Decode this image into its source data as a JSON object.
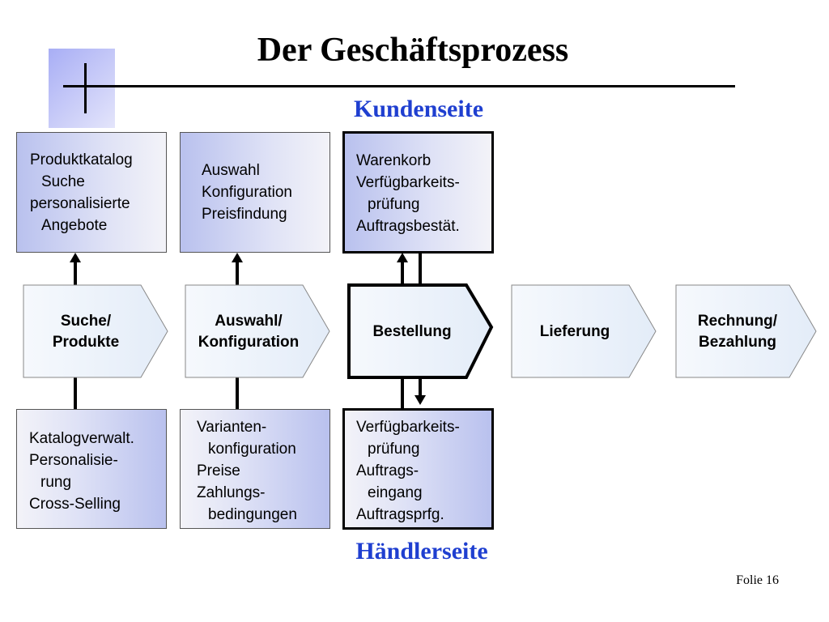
{
  "slide": {
    "title": "Der Geschäftsprozess",
    "customer_side_label": "Kundenseite",
    "merchant_side_label": "Händlerseite",
    "footer": "Folie 16"
  },
  "process_steps": [
    {
      "line1": "Suche/",
      "line2": "Produkte"
    },
    {
      "line1": "Auswahl/",
      "line2": "Konfiguration"
    },
    {
      "line1": "Bestellung",
      "line2": ""
    },
    {
      "line1": "Lieferung",
      "line2": ""
    },
    {
      "line1": "Rechnung/",
      "line2": "Bezahlung"
    }
  ],
  "customer_boxes": [
    {
      "lines": [
        "Produktkatalog",
        "Suche",
        "personalisierte",
        "Angebote"
      ]
    },
    {
      "lines": [
        "Auswahl",
        "Konfiguration",
        "Preisfindung"
      ]
    },
    {
      "lines": [
        "Warenkorb",
        "Verfügbarkeits-",
        "prüfung",
        "Auftragsbestät."
      ]
    }
  ],
  "merchant_boxes": [
    {
      "lines": [
        "Katalogverwalt.",
        "Personalisie-",
        "rung",
        "Cross-Selling"
      ]
    },
    {
      "lines": [
        "Varianten-",
        "konfiguration",
        "Preise",
        "Zahlungs-",
        "bedingungen"
      ]
    },
    {
      "lines": [
        "Verfügbarkeits-",
        "prüfung",
        "Auftrags-",
        "eingang",
        "Auftragsprfg."
      ]
    }
  ],
  "colors": {
    "side_label": "#1f3fd0",
    "box_gradient_dark": "#b9c1ee",
    "box_gradient_light": "#f3f3f8",
    "arrow_fill": "#eef3fb",
    "deco_square": "#a8aef5"
  }
}
